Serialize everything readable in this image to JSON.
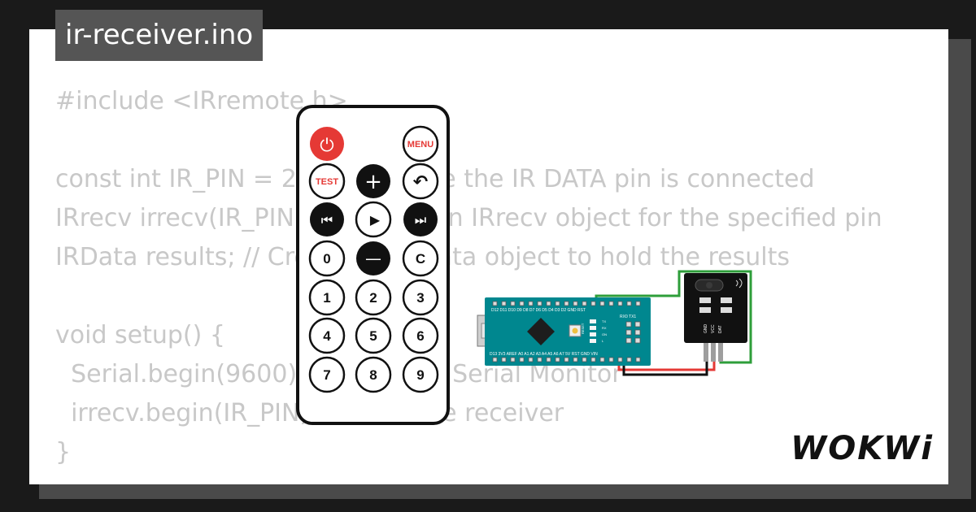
{
  "title": "ir-receiver.ino",
  "code_lines": [
    "#include <IRremote.h>",
    "",
    "const int IR_PIN = 2; // Pin where the IR DATA pin is connected",
    "IRrecv irrecv(IR_PIN); // Create an IRrecv object for the specified pin",
    "IRData results; // Create an IRData object to hold the results",
    "",
    "void setup() {",
    "  Serial.begin(9600); // Start the Serial Monitor",
    "  irrecv.begin(IR_PIN); // Start the receiver",
    "}"
  ],
  "remote": {
    "buttons": {
      "power": "⏻",
      "menu": "MENU",
      "test": "TEST",
      "plus": "+",
      "back": "↶",
      "prev": "⏮",
      "play": "▶",
      "next": "⏭",
      "zero": "0",
      "minus": "—",
      "c": "C",
      "one": "1",
      "two": "2",
      "three": "3",
      "four": "4",
      "five": "5",
      "six": "6",
      "seven": "7",
      "eight": "8",
      "nine": "9"
    }
  },
  "board": {
    "top_pins": "D12 D11 D10 D9 D8 D7 D6 D5 D4 D3 D2 GND RST",
    "top_right": "RX0 TX1",
    "bottom_pins": "D13 3V3 AREF A0 A1 A2 A3 A4 A5 A6 A7 5V RST GND VIN",
    "leds": [
      "TX",
      "RX",
      "ON",
      "L"
    ],
    "reset_label": "RESET"
  },
  "receiver": {
    "pins": [
      "GND",
      "VCC",
      "DAT"
    ]
  },
  "brand": "WOKWi",
  "colors": {
    "background": "#1a1a1a",
    "card": "#ffffff",
    "code_text": "#c8c8c8",
    "title_tab": "#555555",
    "power_button": "#e53935",
    "board": "#00878f",
    "wire_gnd": "#111111",
    "wire_vcc": "#e53935",
    "wire_data": "#2e9e3a"
  }
}
